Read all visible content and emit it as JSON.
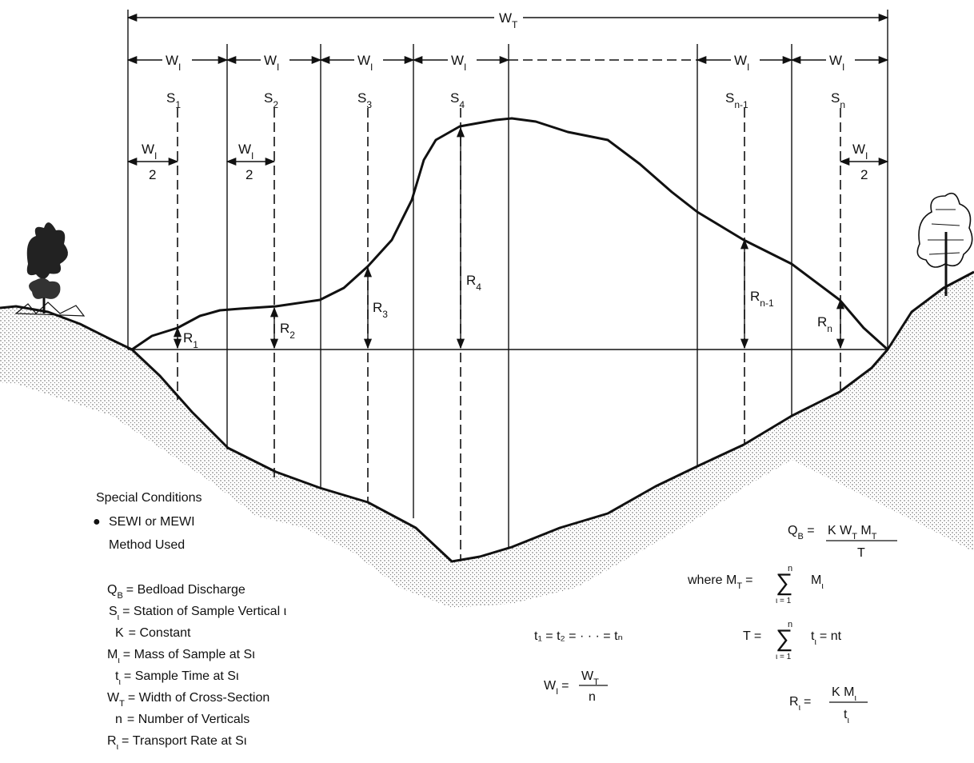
{
  "diagram": {
    "total_width_label": "W",
    "total_width_sub": "T",
    "interval_label": "W",
    "interval_sub": "I",
    "half_denominator": "2",
    "stations": [
      {
        "label": "S",
        "sub": "1",
        "rate_label": "R",
        "rate_sub": "1"
      },
      {
        "label": "S",
        "sub": "2",
        "rate_label": "R",
        "rate_sub": "2"
      },
      {
        "label": "S",
        "sub": "3",
        "rate_label": "R",
        "rate_sub": "3"
      },
      {
        "label": "S",
        "sub": "4",
        "rate_label": "R",
        "rate_sub": "4"
      },
      {
        "label": "S",
        "sub": "n-1",
        "rate_label": "R",
        "rate_sub": "n-1"
      },
      {
        "label": "S",
        "sub": "n",
        "rate_label": "R",
        "rate_sub": "n"
      }
    ]
  },
  "special_conditions": {
    "title": "Special Conditions",
    "bullet": "●",
    "line1": "SEWI or MEWI",
    "line2": "Method Used"
  },
  "legend": [
    {
      "sym": "Q",
      "sub": "B",
      "text": "= Bedload Discharge"
    },
    {
      "sym": "S",
      "sub": "ι",
      "text": "= Station of Sample Vertical ι"
    },
    {
      "sym": "K",
      "sub": "",
      "text": "= Constant"
    },
    {
      "sym": "M",
      "sub": "ι",
      "text": "= Mass of Sample at Sι"
    },
    {
      "sym": "t",
      "sub": "ι",
      "text": "= Sample Time at Sι"
    },
    {
      "sym": "W",
      "sub": "T",
      "text": "= Width of Cross-Section"
    },
    {
      "sym": "n",
      "sub": "",
      "text": "= Number of Verticals"
    },
    {
      "sym": "R",
      "sub": "ι",
      "text": "= Transport Rate at Sι"
    }
  ],
  "equations": {
    "qb_lhs": "Q",
    "qb_lhs_sub": "B",
    "qb_numerator": "K W",
    "qb_num_sub1": "T",
    "qb_num_mid": " M",
    "qb_num_sub2": "T",
    "qb_denominator": "T",
    "mt_where": "where  M",
    "mt_sub": "T",
    "mt_eq": "=",
    "sum_symbol": "∑",
    "sum_top": "n",
    "sum_bottom": "ι = 1",
    "mt_term": "M",
    "mt_term_sub": "ι",
    "t_equal": "t₁ = t₂ = · · · = tₙ",
    "t_total_lhs": "T =",
    "t_total_term": "t",
    "t_total_term_sub": "ι",
    "t_total_rhs": "= nt",
    "wi_lhs": "W",
    "wi_lhs_sub": "I",
    "wi_eq": "=",
    "wi_num": "W",
    "wi_num_sub": "T",
    "wi_den": "n",
    "r_lhs": "R",
    "r_lhs_sub": "ι",
    "r_eq": "=",
    "r_num": "K M",
    "r_num_sub": "ι",
    "r_den": "t",
    "r_den_sub": "ι"
  }
}
